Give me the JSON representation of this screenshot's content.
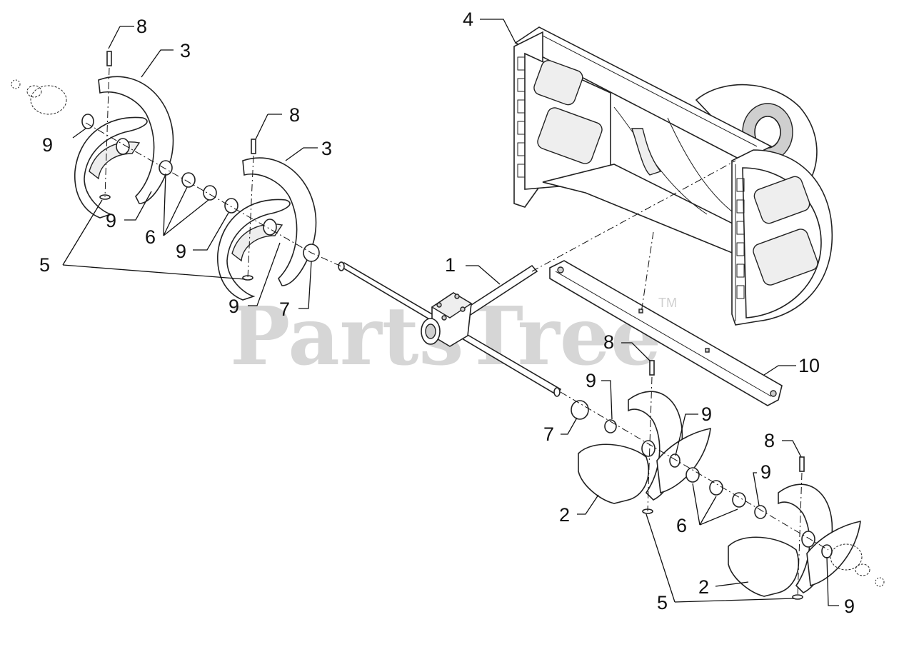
{
  "watermark": {
    "text": "PartsTree",
    "trademark": "TM"
  },
  "callouts": [
    {
      "id": "c1",
      "text": "1"
    },
    {
      "id": "c2a",
      "text": "2"
    },
    {
      "id": "c2b",
      "text": "2"
    },
    {
      "id": "c3a",
      "text": "3"
    },
    {
      "id": "c3b",
      "text": "3"
    },
    {
      "id": "c4",
      "text": "4"
    },
    {
      "id": "c5a",
      "text": "5"
    },
    {
      "id": "c5b",
      "text": "5"
    },
    {
      "id": "c6a",
      "text": "6"
    },
    {
      "id": "c6b",
      "text": "6"
    },
    {
      "id": "c7a",
      "text": "7"
    },
    {
      "id": "c7b",
      "text": "7"
    },
    {
      "id": "c8a",
      "text": "8"
    },
    {
      "id": "c8b",
      "text": "8"
    },
    {
      "id": "c8c",
      "text": "8"
    },
    {
      "id": "c8d",
      "text": "8"
    },
    {
      "id": "c9a",
      "text": "9"
    },
    {
      "id": "c9b",
      "text": "9"
    },
    {
      "id": "c9c",
      "text": "9"
    },
    {
      "id": "c9d",
      "text": "9"
    },
    {
      "id": "c9e",
      "text": "9"
    },
    {
      "id": "c9f",
      "text": "9"
    },
    {
      "id": "c9g",
      "text": "9"
    },
    {
      "id": "c9h",
      "text": "9"
    },
    {
      "id": "c10",
      "text": "10"
    }
  ]
}
